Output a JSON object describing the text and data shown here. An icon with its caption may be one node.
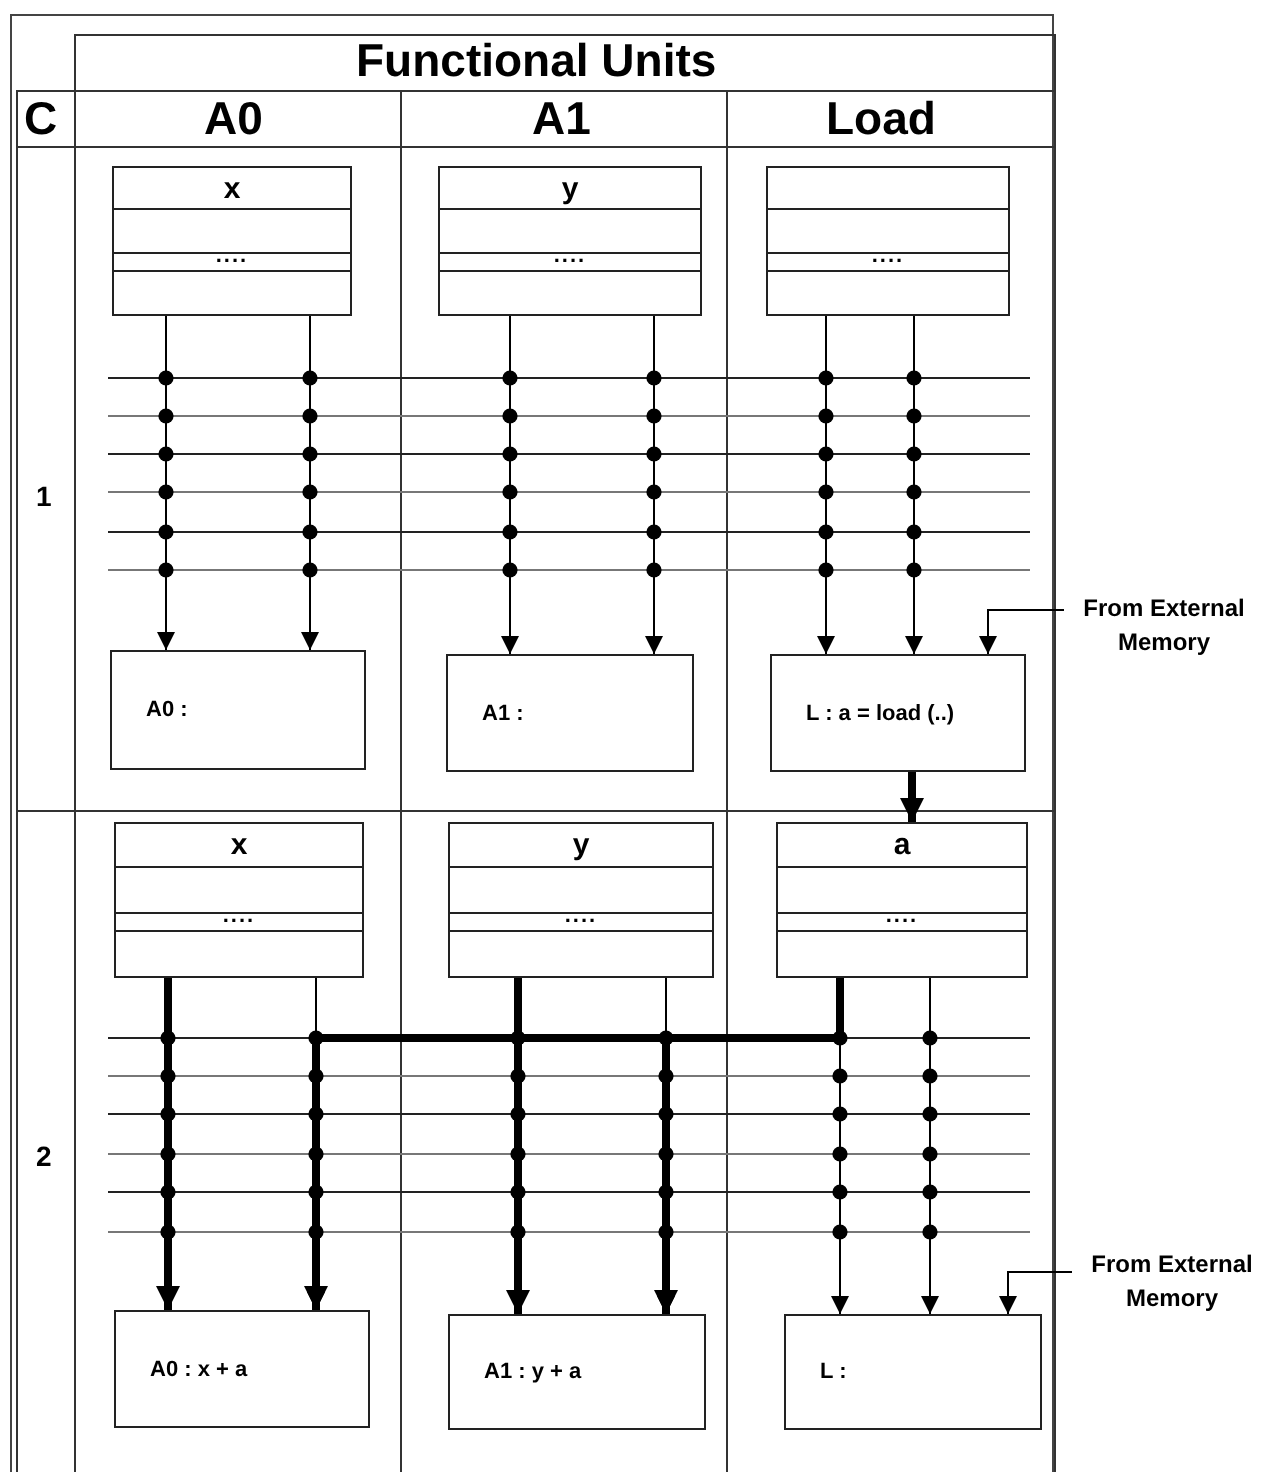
{
  "diagram": {
    "nodes": [
      {
        "text": [
          "x",
          "...."
        ]
      },
      {
        "text": [
          "y",
          "...."
        ]
      },
      {
        "text": [
          "...."
        ]
      },
      {
        "text": [
          "From External Memory"
        ]
      },
      {
        "text": [
          "A0 :"
        ]
      },
      {
        "text": [
          "A1 :"
        ]
      },
      {
        "text": [
          "L : a = load (..)"
        ]
      },
      {
        "text": [
          "x",
          "...."
        ]
      },
      {
        "text": [
          "y",
          "...."
        ]
      },
      {
        "text": [
          "a",
          "...."
        ]
      },
      {
        "text": [
          "From External Memory"
        ]
      },
      {
        "text": [
          "A0 : x + a"
        ]
      },
      {
        "text": [
          "A1 : y + a"
        ]
      },
      {
        "text": [
          "L :"
        ]
      }
    ],
    "edges": [
      {
        "from": 0,
        "to": 4,
        "arrow": "to"
      },
      {
        "from": 0,
        "to": 4,
        "arrow": "to"
      },
      {
        "from": 1,
        "to": 5,
        "arrow": "to"
      },
      {
        "from": 1,
        "to": 5,
        "arrow": "to"
      },
      {
        "from": 2,
        "to": 6,
        "arrow": "to"
      },
      {
        "from": 2,
        "to": 6,
        "arrow": "to"
      },
      {
        "from": 3,
        "to": 6,
        "arrow": "to"
      },
      {
        "from": 6,
        "to": 9,
        "arrow": "to",
        "style": "thick"
      },
      {
        "from": 7,
        "to": 11,
        "arrow": "to",
        "style": "thick"
      },
      {
        "from": 9,
        "to": 11,
        "arrow": "to",
        "style": "thick"
      },
      {
        "from": 8,
        "to": 12,
        "arrow": "to",
        "style": "thick"
      },
      {
        "from": 9,
        "to": 12,
        "arrow": "to",
        "style": "thick"
      },
      {
        "from": 9,
        "to": 13,
        "arrow": "to"
      },
      {
        "from": 9,
        "to": 13,
        "arrow": "to"
      },
      {
        "from": 10,
        "to": 13,
        "arrow": "to"
      },
      {
        "from": 7,
        "to": 11,
        "arrow": "to"
      },
      {
        "from": 8,
        "to": 12,
        "arrow": "to"
      }
    ],
    "labels": [
      "Functional Units",
      "C",
      "A0",
      "A1",
      "Load",
      "1",
      "2"
    ]
  }
}
